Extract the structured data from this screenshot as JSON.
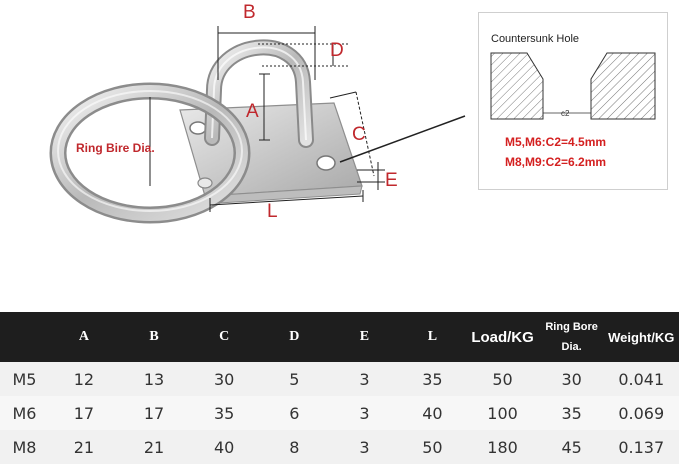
{
  "diagram": {
    "labels": {
      "a": "A",
      "b": "B",
      "c": "C",
      "d": "D",
      "e": "E",
      "l": "L"
    },
    "ring_label": "Ring Bire Dia."
  },
  "inset": {
    "title": "Countersunk Hole",
    "dim_label": "c2",
    "spec_1": "M5,M6:C2=4.5mm",
    "spec_2": "M8,M9:C2=6.2mm"
  },
  "table": {
    "headers": [
      "",
      "A",
      "B",
      "C",
      "D",
      "E",
      "L",
      "Load/KG",
      "Ring Bore Dia.",
      "Weight/KG"
    ],
    "rows": [
      [
        "M5",
        "12",
        "13",
        "30",
        "5",
        "3",
        "35",
        "50",
        "30",
        "0.041"
      ],
      [
        "M6",
        "17",
        "17",
        "35",
        "6",
        "3",
        "40",
        "100",
        "35",
        "0.069"
      ],
      [
        "M8",
        "21",
        "21",
        "40",
        "8",
        "3",
        "50",
        "180",
        "45",
        "0.137"
      ]
    ]
  }
}
